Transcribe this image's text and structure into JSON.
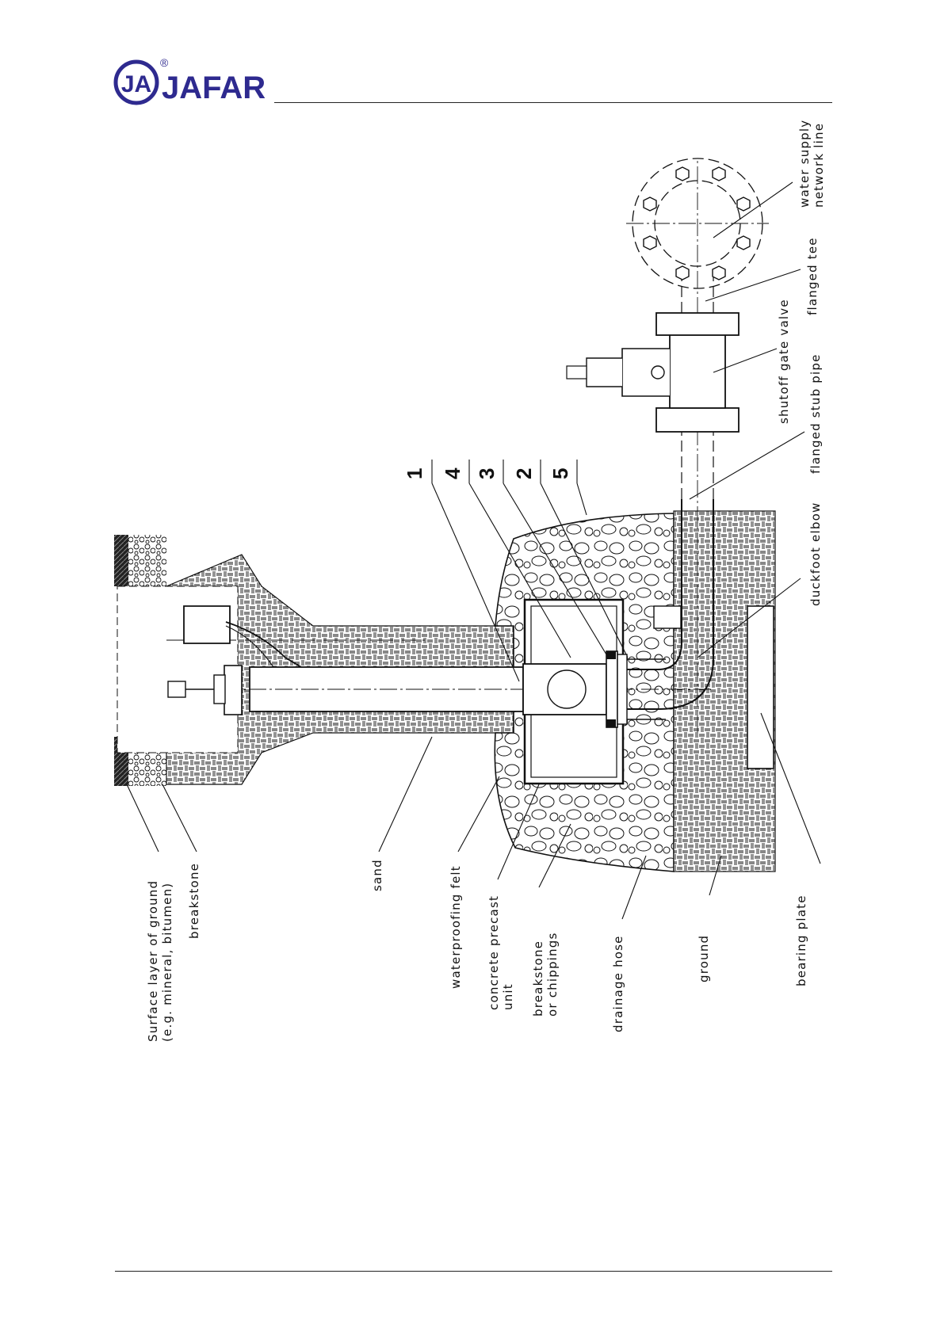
{
  "brand": {
    "name": "JAFAR",
    "mark": "JA",
    "registered": "®",
    "color": "#2e2a8f"
  },
  "callouts": [
    {
      "id": "1",
      "text": "1"
    },
    {
      "id": "4",
      "text": "4"
    },
    {
      "id": "3",
      "text": "3"
    },
    {
      "id": "2",
      "text": "2"
    },
    {
      "id": "5",
      "text": "5"
    }
  ],
  "labels": {
    "surface_layer_1": "Surface layer of ground",
    "surface_layer_2": "(e.g. mineral, bitumen)",
    "breakstone": "breakstone",
    "sand": "sand",
    "waterproofing_felt": "waterproofing felt",
    "concrete_1": "concrete precast",
    "concrete_2": "unit",
    "breakstone_chips_1": "breakstone",
    "breakstone_chips_2": "or chippings",
    "drainage_hose": "drainage hose",
    "ground": "ground",
    "bearing_plate": "bearing plate",
    "duckfoot_elbow": "duckfoot elbow",
    "flanged_stub_pipe": "flanged stub pipe",
    "shutoff_gate_valve": "shutoff gate valve",
    "flanged_tee": "flanged tee",
    "water_supply_1": "water supply",
    "water_supply_2": "network line"
  }
}
